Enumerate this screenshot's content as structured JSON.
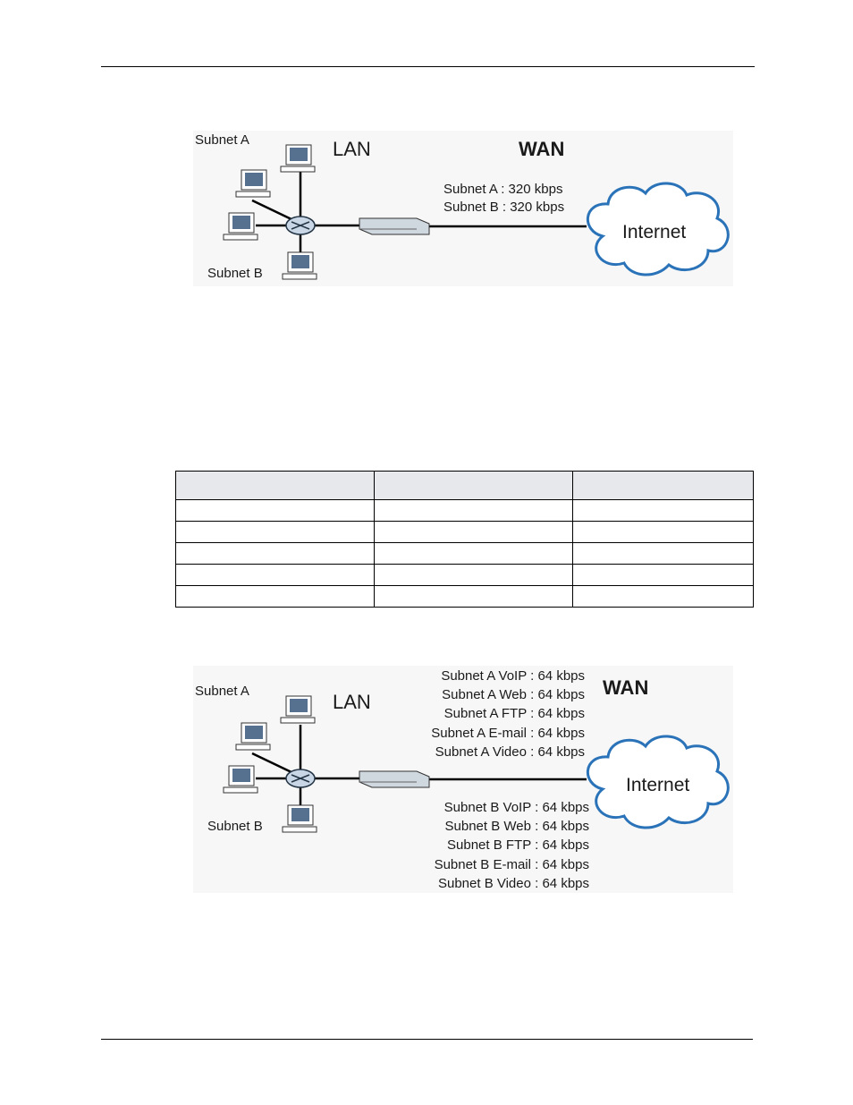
{
  "figure1": {
    "subnet_a_label": "Subnet A",
    "subnet_b_label": "Subnet B",
    "lan_label": "LAN",
    "wan_label": "WAN",
    "internet_label": "Internet",
    "bandwidth": [
      "Subnet A : 320 kbps",
      "Subnet B : 320 kbps"
    ]
  },
  "table": {
    "columns": [
      "",
      "",
      ""
    ],
    "rows": [
      [
        "",
        "",
        ""
      ],
      [
        "",
        "",
        ""
      ],
      [
        "",
        "",
        ""
      ],
      [
        "",
        "",
        ""
      ],
      [
        "",
        "",
        ""
      ]
    ]
  },
  "figure2": {
    "subnet_a_label": "Subnet A",
    "subnet_b_label": "Subnet B",
    "lan_label": "LAN",
    "wan_label": "WAN",
    "internet_label": "Internet",
    "subnet_a_services": [
      "Subnet A VoIP : 64 kbps",
      "Subnet A Web : 64 kbps",
      "Subnet A FTP : 64 kbps",
      "Subnet A E-mail : 64 kbps",
      "Subnet A Video : 64 kbps"
    ],
    "subnet_b_services": [
      "Subnet B VoIP : 64 kbps",
      "Subnet B Web : 64 kbps",
      "Subnet B FTP : 64 kbps",
      "Subnet B E-mail : 64 kbps",
      "Subnet B Video : 64 kbps"
    ]
  },
  "colors": {
    "cloud_fill": "#ffffff",
    "cloud_stroke": "#2b73b8",
    "monitor_screen": "#55718f"
  }
}
